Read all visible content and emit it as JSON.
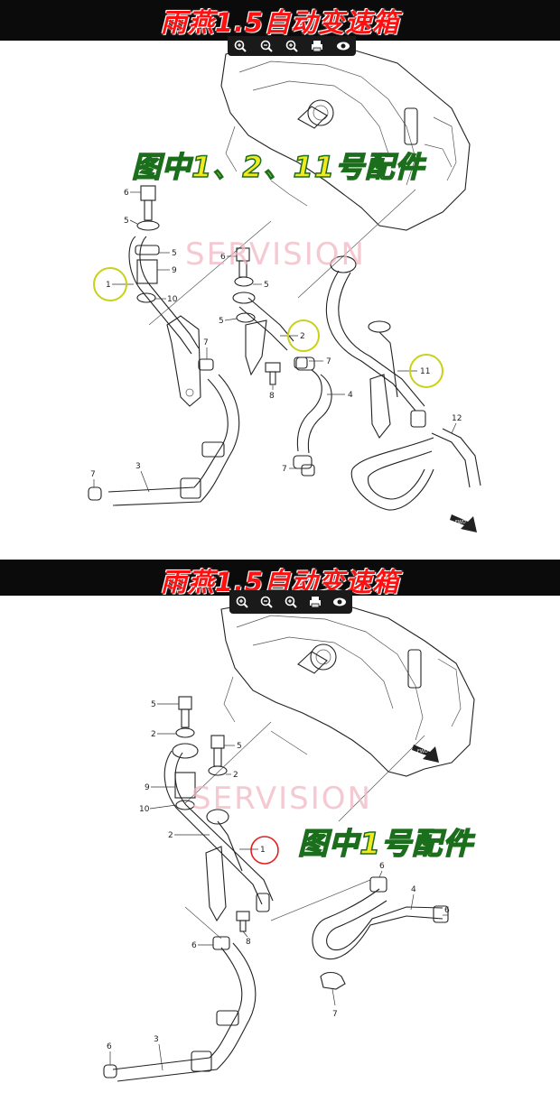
{
  "panels": [
    {
      "title": "雨燕1.5自动变速箱",
      "callout": "图中1、2、11号配件",
      "watermark": "SERVISION",
      "parts": {
        "p6a": "6",
        "p5a": "5",
        "p5b": "5",
        "p9": "9",
        "p10": "10",
        "p1": "1",
        "p6b": "6",
        "p5c": "5",
        "p5d": "5",
        "p2": "2",
        "p7a": "7",
        "p8": "8",
        "p7b": "7",
        "p4": "4",
        "p11": "11",
        "p12": "12",
        "p3": "3",
        "p7c": "7",
        "p7d": "7"
      },
      "fwd": "FWD",
      "highlight_color": "#c9d117"
    },
    {
      "title": "雨燕1.5自动变速箱",
      "callout": "图中1号配件",
      "watermark": "SERVISION",
      "parts": {
        "p5a": "5",
        "p2a": "2",
        "p5b": "5",
        "p9": "9",
        "p2b": "2",
        "p10": "10",
        "p2c": "2",
        "p1": "1",
        "p6a": "6",
        "p4": "4",
        "p6b": "6",
        "p8": "8",
        "p6c": "6",
        "p7": "7",
        "p3": "3",
        "p6d": "6"
      },
      "fwd": "FWD",
      "highlight_color": "#e0201f"
    }
  ],
  "toolbar": {
    "icons": [
      "zoom-in-icon",
      "zoom-out-icon",
      "zoom-reset-icon",
      "print-icon",
      "view-icon"
    ]
  },
  "colors": {
    "title_red": "#ff1010",
    "callout_yellow": "#f2ea1e",
    "watermark_pink": "#f1b8c4"
  }
}
